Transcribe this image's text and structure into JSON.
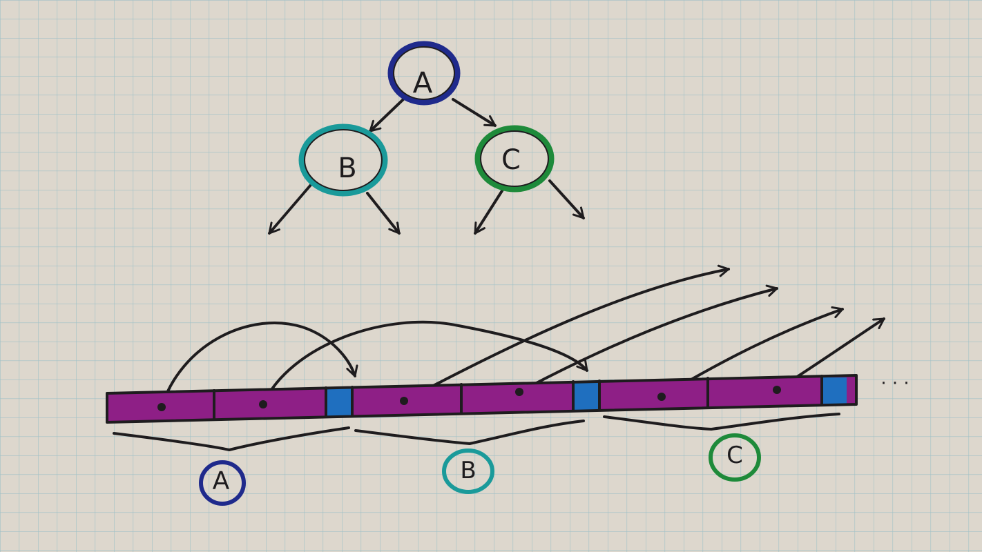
{
  "tree": {
    "nodes": [
      {
        "id": "A",
        "label": "A",
        "color": "#1f2a8c"
      },
      {
        "id": "B",
        "label": "B",
        "color": "#1a9a9a"
      },
      {
        "id": "C",
        "label": "C",
        "color": "#1e8a3a"
      }
    ],
    "edges": [
      {
        "from": "A",
        "to": "B"
      },
      {
        "from": "A",
        "to": "C"
      }
    ],
    "leaf_pointer_count": 4
  },
  "array": {
    "cells": [
      {
        "kind": "pointer",
        "owner": "A"
      },
      {
        "kind": "pointer",
        "owner": "A"
      },
      {
        "kind": "key",
        "owner": "A"
      },
      {
        "kind": "pointer",
        "owner": "B"
      },
      {
        "kind": "pointer",
        "owner": "B"
      },
      {
        "kind": "key",
        "owner": "B"
      },
      {
        "kind": "pointer",
        "owner": "C"
      },
      {
        "kind": "pointer",
        "owner": "C"
      },
      {
        "kind": "key",
        "owner": "C"
      }
    ],
    "pointer_color": "#8e1f86",
    "key_color": "#1f6fbf",
    "pointers": [
      {
        "from": 0,
        "to": "B"
      },
      {
        "from": 1,
        "to": "C"
      },
      {
        "from": 3,
        "to": "offscreen"
      },
      {
        "from": 4,
        "to": "offscreen"
      },
      {
        "from": 6,
        "to": "offscreen"
      },
      {
        "from": 7,
        "to": "offscreen"
      }
    ],
    "continuation": "· · ·"
  },
  "groups": [
    {
      "label": "A",
      "color": "#1f2a8c"
    },
    {
      "label": "B",
      "color": "#1a9a9a"
    },
    {
      "label": "C",
      "color": "#1e8a3a"
    }
  ]
}
